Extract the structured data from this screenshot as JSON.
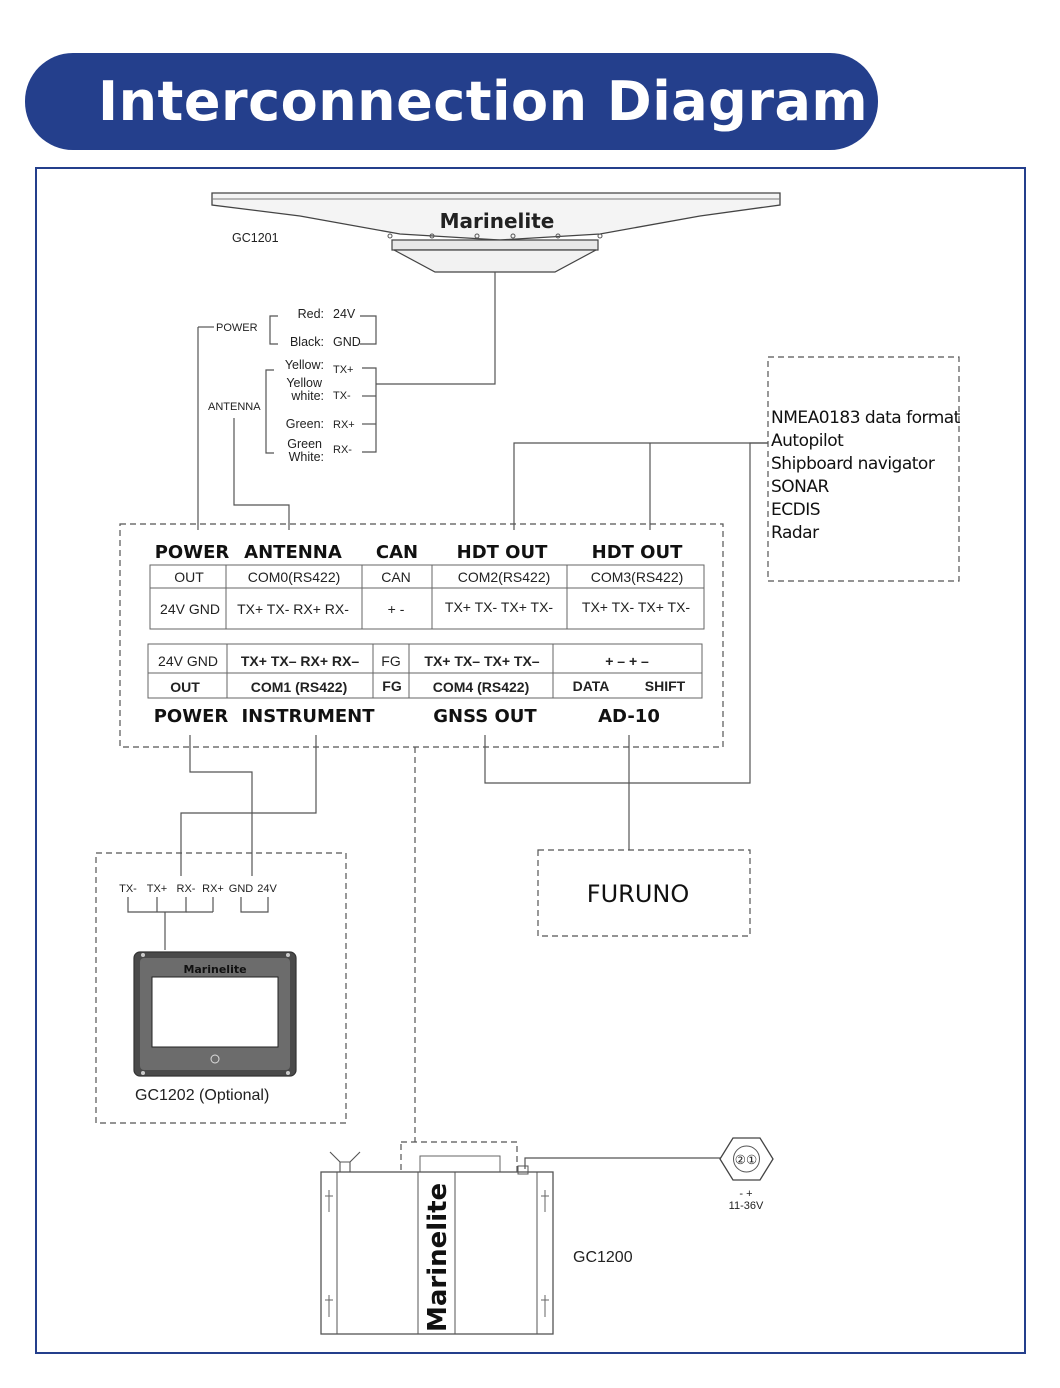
{
  "title": "Interconnection Diagram",
  "devices": {
    "antenna": {
      "model": "GC1201",
      "brand": "Marinelite"
    },
    "display": {
      "model_label": "GC1202  (Optional)",
      "brand": "Marinelite",
      "pins": [
        "TX-",
        "TX+",
        "RX-",
        "RX+",
        "GND",
        "24V"
      ]
    },
    "processor": {
      "model": "GC1200",
      "brand": "Marinelite"
    },
    "power_connector": {
      "pin_glyphs": "②①",
      "polarity": "-  +",
      "voltage": "11-36V"
    }
  },
  "antenna_cable": {
    "group_power": "POWER",
    "group_antenna": "ANTENNA",
    "wires": [
      {
        "color": "Red:",
        "signal": "24V"
      },
      {
        "color": "Black:",
        "signal": "GND"
      },
      {
        "color": "Yellow:",
        "signal": "TX+"
      },
      {
        "color_line1": "Yellow",
        "color_line2": "white:",
        "signal": "TX-"
      },
      {
        "color": "Green:",
        "signal": "RX+"
      },
      {
        "color_line1": "Green",
        "color_line2": "White:",
        "signal": "RX-"
      }
    ]
  },
  "upper_terminal": {
    "headers": [
      "POWER",
      "ANTENNA",
      "CAN",
      "HDT OUT",
      "HDT OUT"
    ],
    "ports": [
      "OUT",
      "COM0(RS422)",
      "CAN",
      "COM2(RS422)",
      "COM3(RS422)"
    ],
    "pins": [
      "24V GND",
      "TX+  TX-  RX+  RX-",
      "+     -",
      "TX+  TX-  TX+  TX-",
      "TX+  TX-  TX+  TX-"
    ]
  },
  "lower_terminal": {
    "pins": [
      "24V  GND",
      "TX+  TX–  RX+  RX–",
      "FG",
      "TX+  TX–  TX+  TX–",
      "+      –      +      –"
    ],
    "ports": [
      "OUT",
      "COM1 (RS422)",
      "FG",
      "COM4 (RS422)",
      "DATA",
      "SHIFT"
    ],
    "headers": [
      "POWER",
      "INSTRUMENT",
      "GNSS OUT",
      "AD-10"
    ]
  },
  "nmea_box": {
    "lines": [
      "NMEA0183 data format",
      "Autopilot",
      "Shipboard navigator",
      "SONAR",
      "ECDIS",
      "Radar"
    ]
  },
  "furuno_box": {
    "label": "FURUNO"
  },
  "colors": {
    "banner": "#243f8c",
    "frame": "#243f8c",
    "line": "#555555"
  }
}
